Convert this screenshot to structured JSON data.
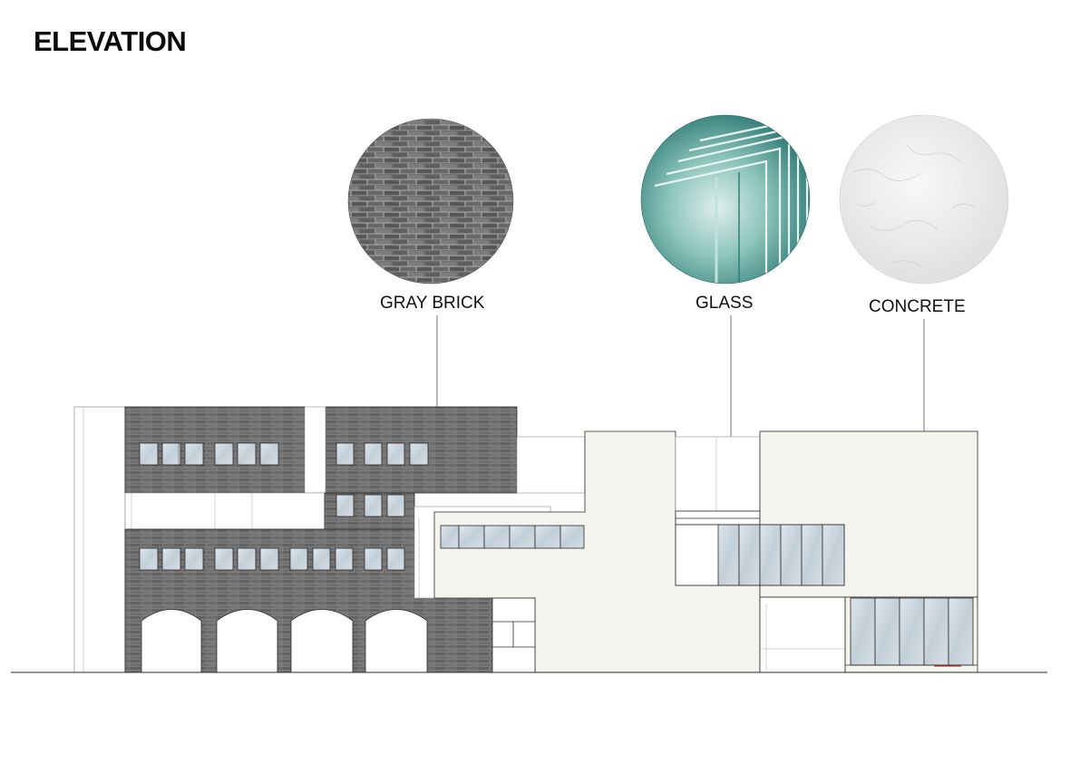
{
  "title": "ELEVATION",
  "materials": [
    {
      "label": "GRAY BRICK",
      "swatch": "brick-swatch",
      "color": "#6f6f6f"
    },
    {
      "label": "GLASS",
      "swatch": "glass-swatch",
      "color": "#6fb3ac"
    },
    {
      "label": "CONCRETE",
      "swatch": "concrete-swatch",
      "color": "#ececec"
    }
  ],
  "colors": {
    "brick": "#6d6d6d",
    "brick_mortar": "#8a8a8a",
    "stucco": "#f4f4ef",
    "glazing": "#c9d4dc",
    "line": "#2a2a2a"
  }
}
